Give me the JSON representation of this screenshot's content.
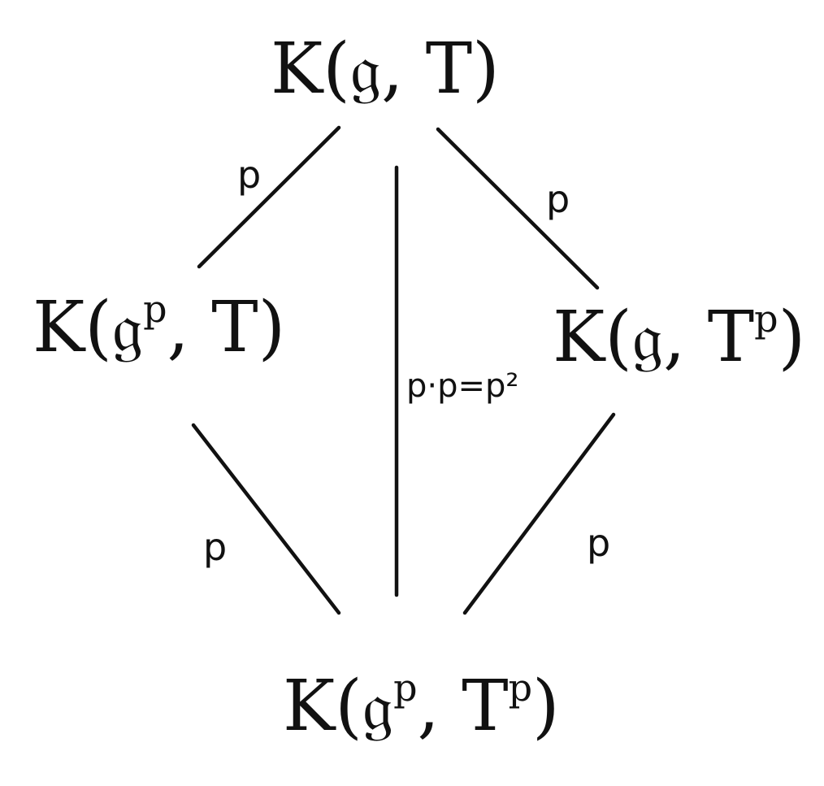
{
  "nodes": {
    "top": {
      "prefix": "K(𝔤, T",
      "sup": "",
      "suffix": ")"
    },
    "left": {
      "prefix": "K(𝔤",
      "sup": "p",
      "suffix": ", T)"
    },
    "right": {
      "prefix": "K(𝔤, T",
      "sup": "p",
      "suffix": ")"
    },
    "bottom": {
      "prefix": "K(𝔤",
      "sup": "p",
      "mid": ", T",
      "sup2": "p",
      "suffix": ")"
    }
  },
  "edges": {
    "top_left": "p",
    "top_right": "p",
    "left_bottom": "p",
    "right_bottom": "p",
    "center": "p·p=p²"
  }
}
